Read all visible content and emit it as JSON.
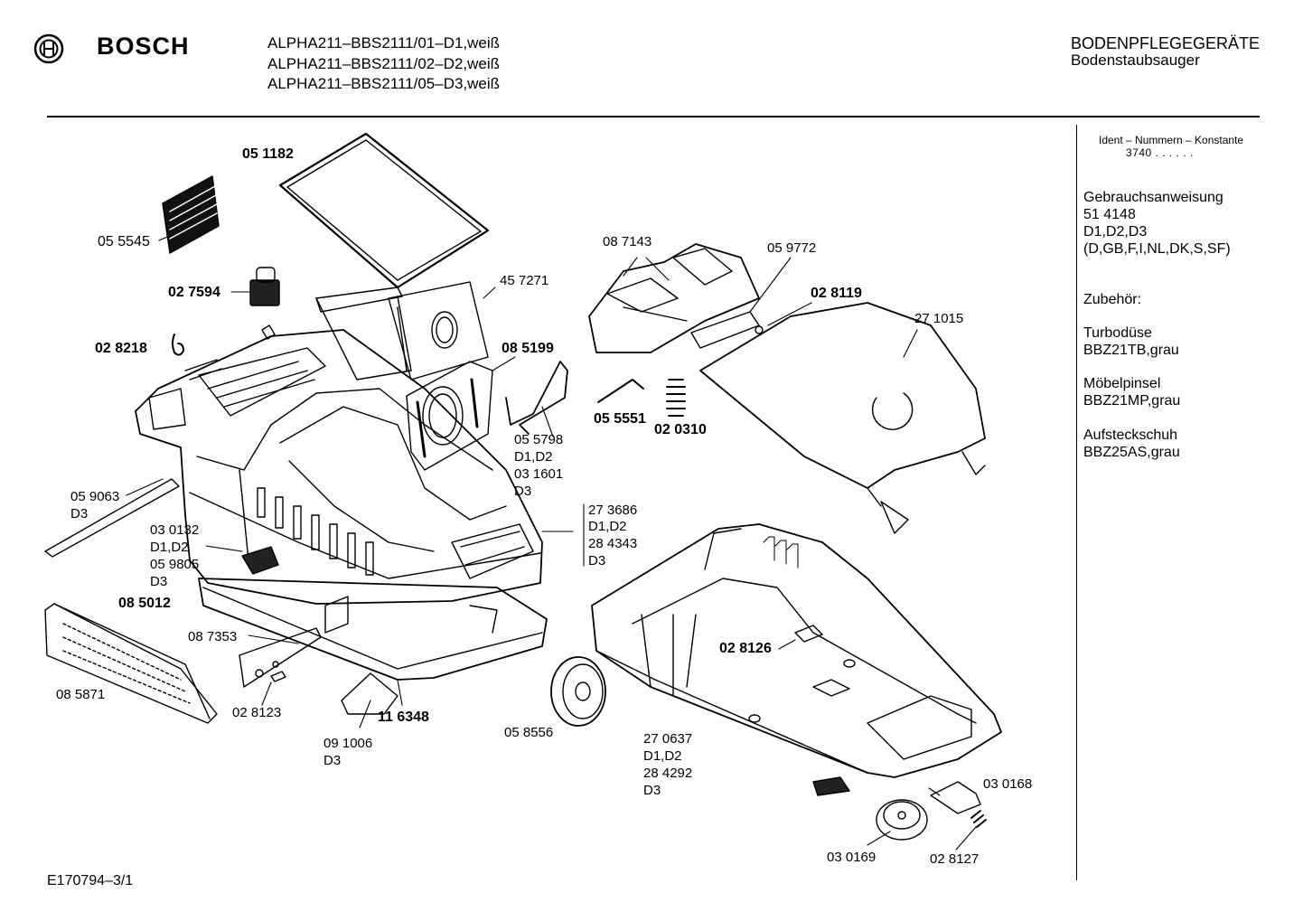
{
  "header": {
    "brand": "BOSCH",
    "models": [
      "ALPHA211–BBS2111/01–D1,weiß",
      "ALPHA211–BBS2111/02–D2,weiß",
      "ALPHA211–BBS2111/05–D3,weiß"
    ],
    "category": "BODENPFLEGEGERÄTE",
    "subcategory": "Bodenstaubsauger"
  },
  "sidebar": {
    "ident_title": "Ident – Nummern – Konstante",
    "ident_value": "3740  . .    . . . .",
    "manual": [
      "Gebrauchsanweisung",
      "51 4148",
      "D1,D2,D3",
      "(D,GB,F,I,NL,DK,S,SF)"
    ],
    "accessories_title": "Zubehör:",
    "accessories": [
      [
        "Turbodüse",
        "BBZ21TB,grau"
      ],
      [
        "Möbelpinsel",
        "BBZ21MP,grau"
      ],
      [
        "Aufsteckschuh",
        "BBZ25AS,grau"
      ]
    ]
  },
  "parts": [
    {
      "text": "05 1182",
      "bold": true
    },
    {
      "text": "05 5545",
      "bold": false
    },
    {
      "text": "02 7594",
      "bold": true
    },
    {
      "text": "02 8218",
      "bold": true
    },
    {
      "text": "45 7271",
      "bold": false
    },
    {
      "text": "08 7143",
      "bold": false
    },
    {
      "text": "05 9772",
      "bold": false
    },
    {
      "text": "02 8119",
      "bold": true
    },
    {
      "text": "27 1015",
      "bold": false
    },
    {
      "text": "08 5199",
      "bold": true
    },
    {
      "text": "05 5798",
      "bold": false
    },
    {
      "text": "D1,D2",
      "bold": false
    },
    {
      "text": "03 1601",
      "bold": false
    },
    {
      "text": "D3",
      "bold": false
    },
    {
      "text": "05 5551",
      "bold": true
    },
    {
      "text": "02 0310",
      "bold": true
    },
    {
      "text": "05 9063",
      "bold": false
    },
    {
      "text": "D3",
      "bold": false
    },
    {
      "text": "03 0132",
      "bold": false
    },
    {
      "text": "D1,D2",
      "bold": false
    },
    {
      "text": "05 9805",
      "bold": false
    },
    {
      "text": "D3",
      "bold": false
    },
    {
      "text": "27 3686",
      "bold": false
    },
    {
      "text": "D1,D2",
      "bold": false
    },
    {
      "text": "28 4343",
      "bold": false
    },
    {
      "text": "D3",
      "bold": false
    },
    {
      "text": "08 5012",
      "bold": true
    },
    {
      "text": "08 7353",
      "bold": false
    },
    {
      "text": "08 5871",
      "bold": false
    },
    {
      "text": "02 8123",
      "bold": false
    },
    {
      "text": "09 1006",
      "bold": false
    },
    {
      "text": "D3",
      "bold": false
    },
    {
      "text": "11 6348",
      "bold": true
    },
    {
      "text": "05 8556",
      "bold": false
    },
    {
      "text": "02 8126",
      "bold": true
    },
    {
      "text": "27 0637",
      "bold": false
    },
    {
      "text": "D1,D2",
      "bold": false
    },
    {
      "text": "28 4292",
      "bold": false
    },
    {
      "text": "D3",
      "bold": false
    },
    {
      "text": "03 0168",
      "bold": false
    },
    {
      "text": "03 0169",
      "bold": false
    },
    {
      "text": "02 8127",
      "bold": false
    }
  ],
  "footer": {
    "code": "E170794–3/1"
  }
}
